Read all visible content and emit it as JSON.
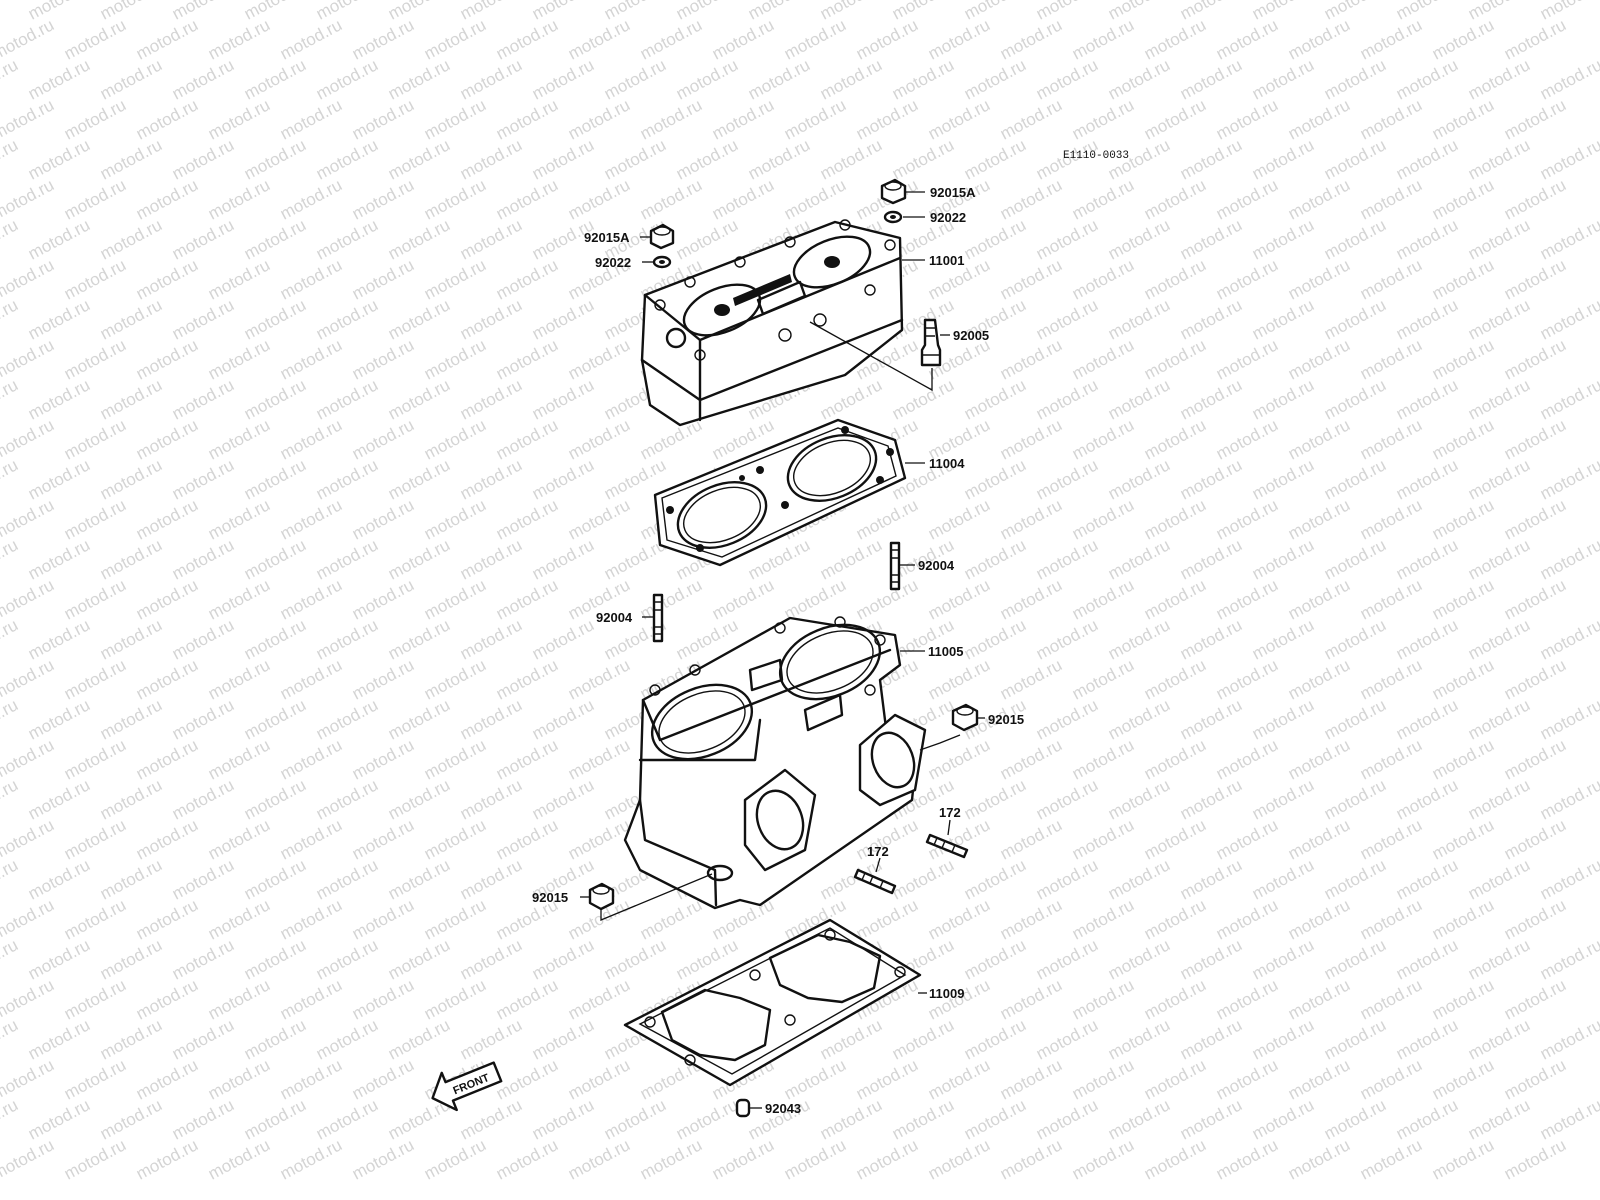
{
  "drawing_code": "E1110-0033",
  "watermark": "motod.ru",
  "front_label": "FRONT",
  "callouts": {
    "cap_nut_right": "92015A",
    "washer_right": "92022",
    "cap_nut_left": "92015A",
    "washer_left": "92022",
    "cylinder_head": "11001",
    "fitting": "92005",
    "head_gasket": "11004",
    "stud_right": "92004",
    "stud_left": "92004",
    "cylinder": "11005",
    "nut_right": "92015",
    "stud_172_right": "172",
    "stud_172_left": "172",
    "nut_left": "92015",
    "base_gasket": "11009",
    "dowel_pin": "92043"
  },
  "colors": {
    "ink": "#111111",
    "watermark": "#d4d4d4",
    "background": "#ffffff"
  }
}
